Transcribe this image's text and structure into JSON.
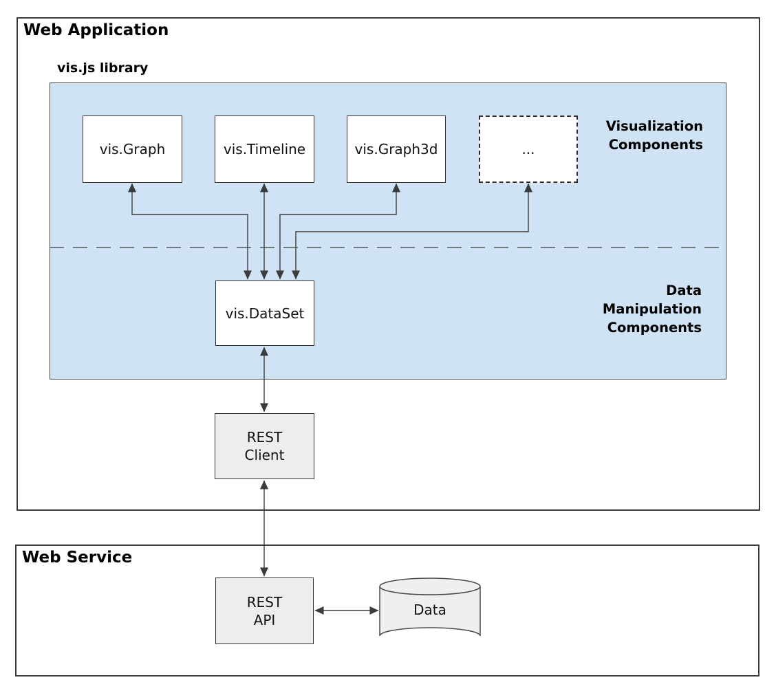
{
  "colors": {
    "library_panel_fill": "#cfe3f4",
    "rest_box_fill": "#ededed",
    "cylinder_fill": "#efefef",
    "line_dark": "#3b3b3b"
  },
  "web_application": {
    "title": "Web Application",
    "visjs_library": {
      "label": "vis.js library",
      "visualization_components": {
        "group_label": "Visualization\nComponents",
        "vis_graph": "vis.Graph",
        "vis_timeline": "vis.Timeline",
        "vis_graph3d": "vis.Graph3d",
        "more": "..."
      },
      "data_manipulation_components": {
        "group_label": "Data\nManipulation\nComponents",
        "vis_dataset": "vis.DataSet"
      }
    },
    "rest_client": {
      "label": "REST\nClient"
    }
  },
  "web_service": {
    "title": "Web Service",
    "rest_api": {
      "label": "REST\nAPI"
    },
    "data_store": {
      "label": "Data"
    }
  },
  "connections": [
    {
      "from": "vis.DataSet",
      "to": "vis.Graph",
      "bidirectional": true
    },
    {
      "from": "vis.DataSet",
      "to": "vis.Timeline",
      "bidirectional": true
    },
    {
      "from": "vis.DataSet",
      "to": "vis.Graph3d",
      "bidirectional": true
    },
    {
      "from": "vis.DataSet",
      "to": "...",
      "bidirectional": true
    },
    {
      "from": "REST Client",
      "to": "vis.DataSet",
      "bidirectional": true
    },
    {
      "from": "REST API",
      "to": "REST Client",
      "bidirectional": true
    },
    {
      "from": "REST API",
      "to": "Data",
      "bidirectional": true
    }
  ]
}
